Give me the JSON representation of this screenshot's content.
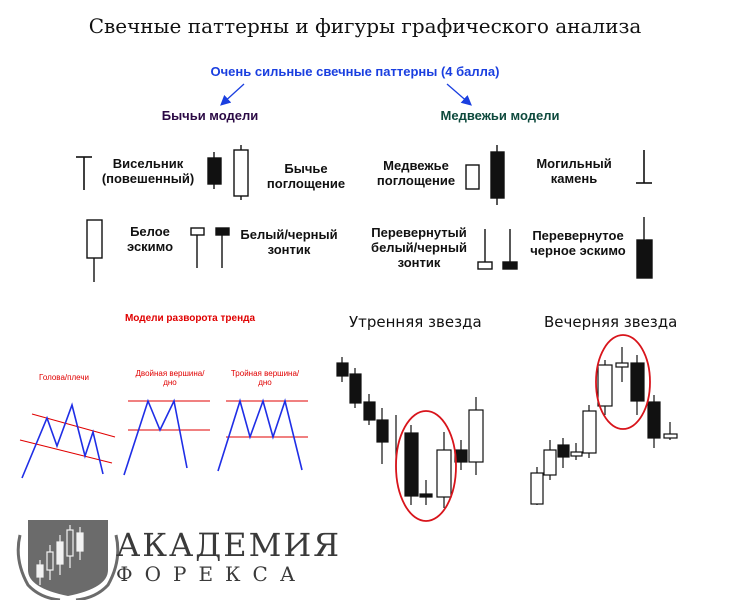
{
  "title": "Свечные паттерны и фигуры графического анализа",
  "strong_patterns": "Очень сильные свечные паттерны (4 балла)",
  "bullish_header": "Бычьи модели",
  "bearish_header": "Медвежьи модели",
  "patterns": {
    "hanging_man": "Висельник (повешенный)",
    "bullish_engulfing": "Бычье поглощение",
    "white_eskimo": "Белое эскимо",
    "umbrella_bw": "Белый/черный зонтик",
    "bearish_engulfing": "Медвежье поглощение",
    "gravestone": "Могильный камень",
    "inverted_umbrella": "Перевернутый белый/черный зонтик",
    "inverted_black_eskimo": "Перевернутое черное эскимо"
  },
  "reversal_title": "Модели разворота тренда",
  "reversal": {
    "head_shoulders": "Голова/плечи",
    "double": "Двойная вершина/дно",
    "triple": "Тройная вершина/дно"
  },
  "morning_star": "Утренняя звезда",
  "evening_star": "Вечерняя звезда",
  "logo": {
    "line1": "АКАДЕМИЯ",
    "line2": "ФОРЕКСА"
  },
  "colors": {
    "blue": "#1a3fe0",
    "red": "#e00000",
    "bullish": "#2b0a45",
    "bearish": "#0e4a3d"
  }
}
